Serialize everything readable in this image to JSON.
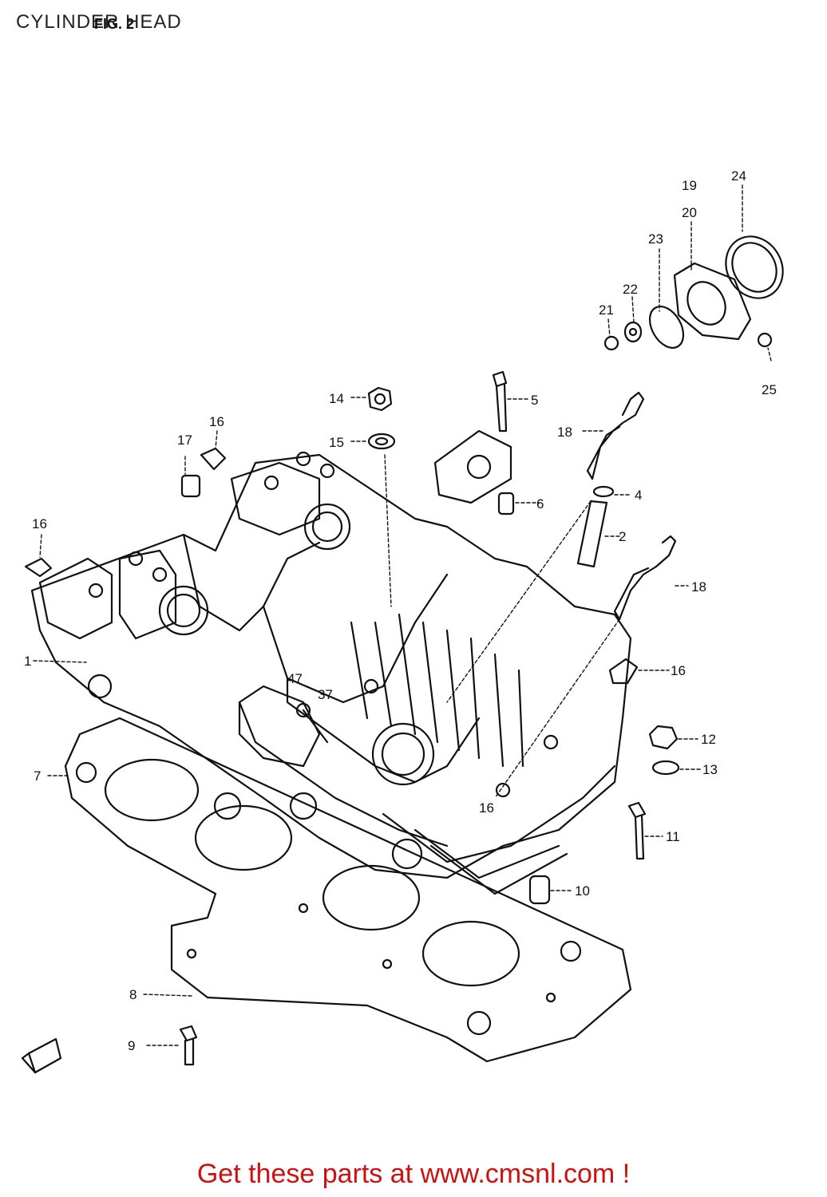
{
  "title": "CYLINDER HEAD",
  "figure_label": "FIG. 2",
  "footer_link": "Get these parts at www.cmsnl.com !",
  "callouts": [
    {
      "id": "c1",
      "label": "1"
    },
    {
      "id": "c2",
      "label": "2"
    },
    {
      "id": "c4",
      "label": "4"
    },
    {
      "id": "c5",
      "label": "5"
    },
    {
      "id": "c6",
      "label": "6"
    },
    {
      "id": "c7",
      "label": "7"
    },
    {
      "id": "c8",
      "label": "8"
    },
    {
      "id": "c9",
      "label": "9"
    },
    {
      "id": "c10",
      "label": "10"
    },
    {
      "id": "c11",
      "label": "11"
    },
    {
      "id": "c12",
      "label": "12"
    },
    {
      "id": "c13",
      "label": "13"
    },
    {
      "id": "c14",
      "label": "14"
    },
    {
      "id": "c15",
      "label": "15"
    },
    {
      "id": "c16a",
      "label": "16"
    },
    {
      "id": "c16b",
      "label": "16"
    },
    {
      "id": "c16c",
      "label": "16"
    },
    {
      "id": "c16d",
      "label": "16"
    },
    {
      "id": "c17",
      "label": "17"
    },
    {
      "id": "c18a",
      "label": "18"
    },
    {
      "id": "c18b",
      "label": "18"
    },
    {
      "id": "c19",
      "label": "19"
    },
    {
      "id": "c20",
      "label": "20"
    },
    {
      "id": "c21",
      "label": "21"
    },
    {
      "id": "c22",
      "label": "22"
    },
    {
      "id": "c23",
      "label": "23"
    },
    {
      "id": "c24",
      "label": "24"
    },
    {
      "id": "c25",
      "label": "25"
    },
    {
      "id": "c47",
      "label": "47"
    },
    {
      "id": "c37",
      "label": "37"
    }
  ],
  "colors": {
    "line": "#111111",
    "footer": "#cc1111"
  }
}
